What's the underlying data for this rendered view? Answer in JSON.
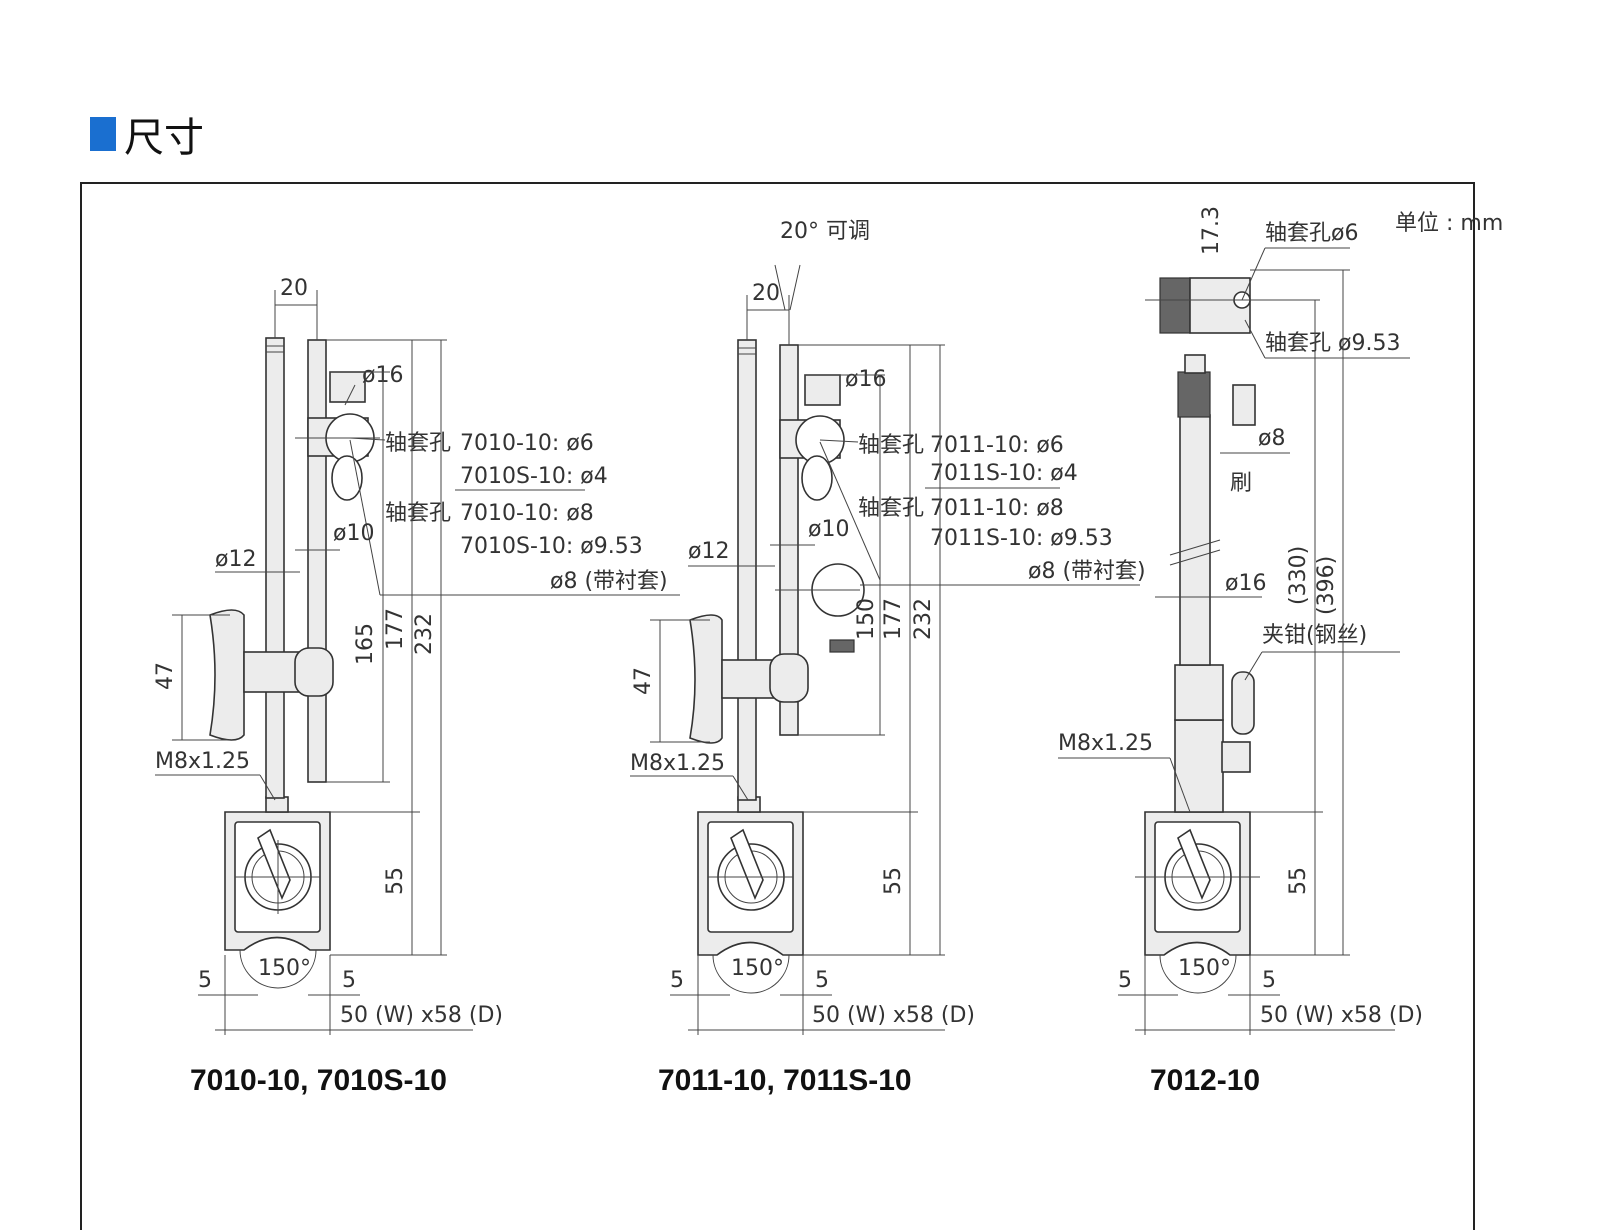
{
  "header": {
    "title": "尺寸",
    "unit_label": "单位 : mm"
  },
  "models": {
    "m1": "7010-10, 7010S-10",
    "m2": "7011-10, 7011S-10",
    "m3": "7012-10"
  },
  "d1": {
    "w20": "20",
    "phi16": "ø16",
    "phi10": "ø10",
    "phi12": "ø12",
    "h47": "47",
    "h165": "165",
    "h177": "177",
    "h232": "232",
    "h55": "55",
    "m8": "M8x1.25",
    "a150": "150°",
    "s5a": "5",
    "s5b": "5",
    "base": "50 (W) x58 (D)",
    "hole1_label": "轴套孔",
    "hole1_a": "7010-10:  ø6",
    "hole1_b": "7010S-10: ø4",
    "hole2_label": "轴套孔",
    "hole2_a": "7010-10:  ø8",
    "hole2_b": "7010S-10: ø9.53",
    "hole2_c": "ø8 (带衬套)"
  },
  "d2": {
    "adj": "20° 可调",
    "w20": "20",
    "phi16": "ø16",
    "phi10": "ø10",
    "phi12": "ø12",
    "h47": "47",
    "h150": "150",
    "h177": "177",
    "h232": "232",
    "h55": "55",
    "m8": "M8x1.25",
    "a150": "150°",
    "s5a": "5",
    "s5b": "5",
    "base": "50 (W) x58 (D)",
    "hole1_label": "轴套孔",
    "hole1_a": "7011-10:  ø6",
    "hole1_b": "7011S-10: ø4",
    "hole2_label": "轴套孔",
    "hole2_a": "7011-10:  ø8",
    "hole2_b": "7011S-10: ø9.53",
    "hole2_c": "ø8 (带衬套)"
  },
  "d3": {
    "h17": "17.3",
    "hole_a": "轴套孔ø6",
    "hole_b": "轴套孔 ø9.53",
    "phi8": "ø8",
    "brush": "刷",
    "phi16": "ø16",
    "h330": "(330)",
    "h396": "(396)",
    "clamp": "夹钳(钢丝)",
    "m8": "M8x1.25",
    "h55": "55",
    "a150": "150°",
    "s5a": "5",
    "s5b": "5",
    "base": "50 (W) x58 (D)"
  }
}
